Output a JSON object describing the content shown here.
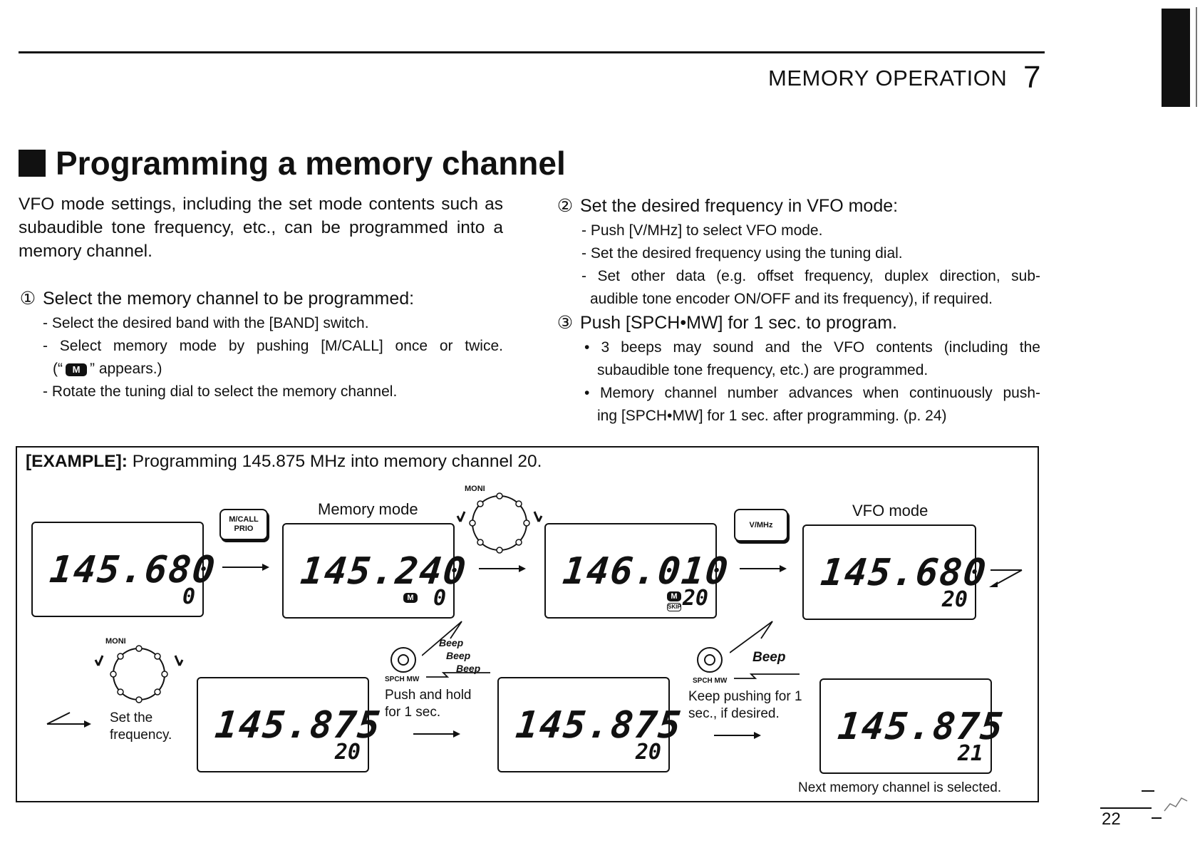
{
  "header": {
    "section_title": "MEMORY OPERATION",
    "chapter_number": "7"
  },
  "page_title": "Programming a memory channel",
  "intro": "VFO mode settings, including the set mode contents such as subaudible tone frequency, etc., can be programmed into a memory channel.",
  "steps": [
    {
      "number": "①",
      "title": "Select the memory channel to be programmed:",
      "items": [
        "- Select the desired band with the [BAND] switch.",
        "- Select memory mode by pushing [M/CALL] once or twice.",
        "(“ ” appears.)",
        "- Rotate the tuning dial to select the memory channel."
      ]
    },
    {
      "number": "②",
      "title": "Set the desired frequency in VFO mode:",
      "items": [
        "- Push [V/MHz] to select VFO mode.",
        "- Set the desired frequency using the tuning dial.",
        "- Set other data (e.g. offset frequency, duplex direction, sub-",
        "audible tone encoder ON/OFF and its frequency), if required."
      ]
    },
    {
      "number": "③",
      "title": "Push [SPCH•MW] for 1 sec. to program.",
      "items": [
        "• 3 beeps may sound and the VFO contents (including the",
        "subaudible tone frequency, etc.) are programmed.",
        "• Memory channel number advances when continuously push-",
        "ing [SPCH•MW] for 1 sec. after programming. (p. 24)"
      ]
    }
  ],
  "example": {
    "label": "[EXAMPLE]:",
    "text": "Programming 145.875 MHz into memory channel 20.",
    "row1_labels": {
      "memory_mode": "Memory mode",
      "vfo_mode": "VFO mode",
      "moni": "MONI"
    },
    "keys": {
      "mcall": "M/CALL",
      "prio": "PRIO",
      "vmhz": "V/MHz",
      "spch_mw": "SPCH MW"
    },
    "displays": [
      {
        "freq": "145.680",
        "channel": "0"
      },
      {
        "freq": "145.240",
        "channel": "0",
        "badge": "M"
      },
      {
        "freq": "146.010",
        "channel": "20",
        "badge": "M",
        "skip": "SKIP"
      },
      {
        "freq": "145.680",
        "channel": "20"
      },
      {
        "freq": "145.875",
        "channel": "20"
      },
      {
        "freq": "145.875",
        "channel": "20"
      },
      {
        "freq": "145.875",
        "channel": "21"
      }
    ],
    "row2_labels": {
      "moni": "MONI",
      "set_freq_1": "Set the",
      "set_freq_2": "frequency.",
      "push_hold_1": "Push and hold",
      "push_hold_2": "for 1 sec.",
      "keep_push_1": "Keep pushing for 1",
      "keep_push_2": "sec., if desired.",
      "next_channel": "Next memory channel is selected.",
      "beep": "Beep"
    }
  },
  "page_number": "22"
}
